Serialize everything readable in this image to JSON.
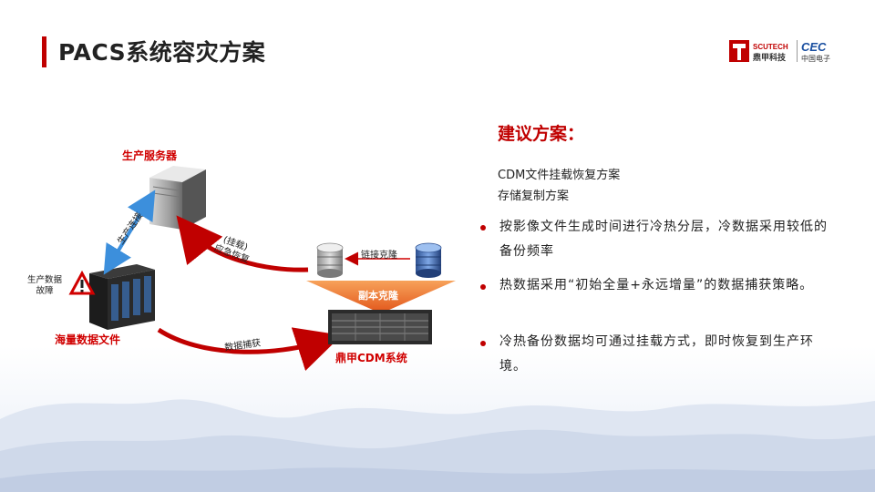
{
  "title": "PACS系统容灾方案",
  "logo": {
    "brand": "SCUTECH",
    "brand_cn": "鼎甲科技",
    "partner": "CEC",
    "partner_cn": "中国电子"
  },
  "diagram": {
    "server_label": "生产服务器",
    "files_label": "海量数据文件",
    "fault_label_line1": "生产数据",
    "fault_label_line2": "故障",
    "prod_link_label": "生产连接",
    "mount_label_line1": "(挂载)",
    "mount_label_line2": "应急恢复",
    "link_clone_label": "链接克隆",
    "copy_clone_label": "副本克隆",
    "capture_label": "数据捕获",
    "cdm_label": "鼎甲CDM系统"
  },
  "content": {
    "heading": "建议方案：",
    "plans": [
      "CDM文件挂载恢复方案",
      "存储复制方案"
    ],
    "bullets": [
      "按影像文件生成时间进行冷热分层，冷数据采用较低的备份频率",
      "热数据采用“初始全量+永远增量”的数据捕获策略。",
      "冷热备份数据均可通过挂载方式，即时恢复到生产环境。"
    ]
  },
  "colors": {
    "accent": "#c00000",
    "arrow_orange": "#f07d1a",
    "link_blue": "#3c8fdc"
  }
}
